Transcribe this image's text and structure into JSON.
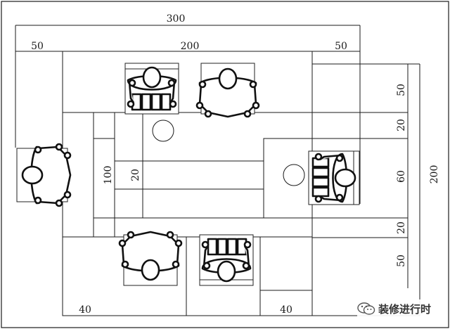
{
  "dimensions": {
    "overall_width": "300",
    "left_margin": "50",
    "table_width": "200",
    "right_margin": "50",
    "right_50_top": "50",
    "right_20_top": "20",
    "right_60": "60",
    "right_20_bottom": "20",
    "right_50_bottom": "50",
    "overall_height": "200",
    "left_100": "100",
    "left_20": "20",
    "bottom_left_40": "40",
    "bottom_right_40": "40"
  },
  "watermark": {
    "text": "装修进行时",
    "icon": "wechat-icon"
  }
}
